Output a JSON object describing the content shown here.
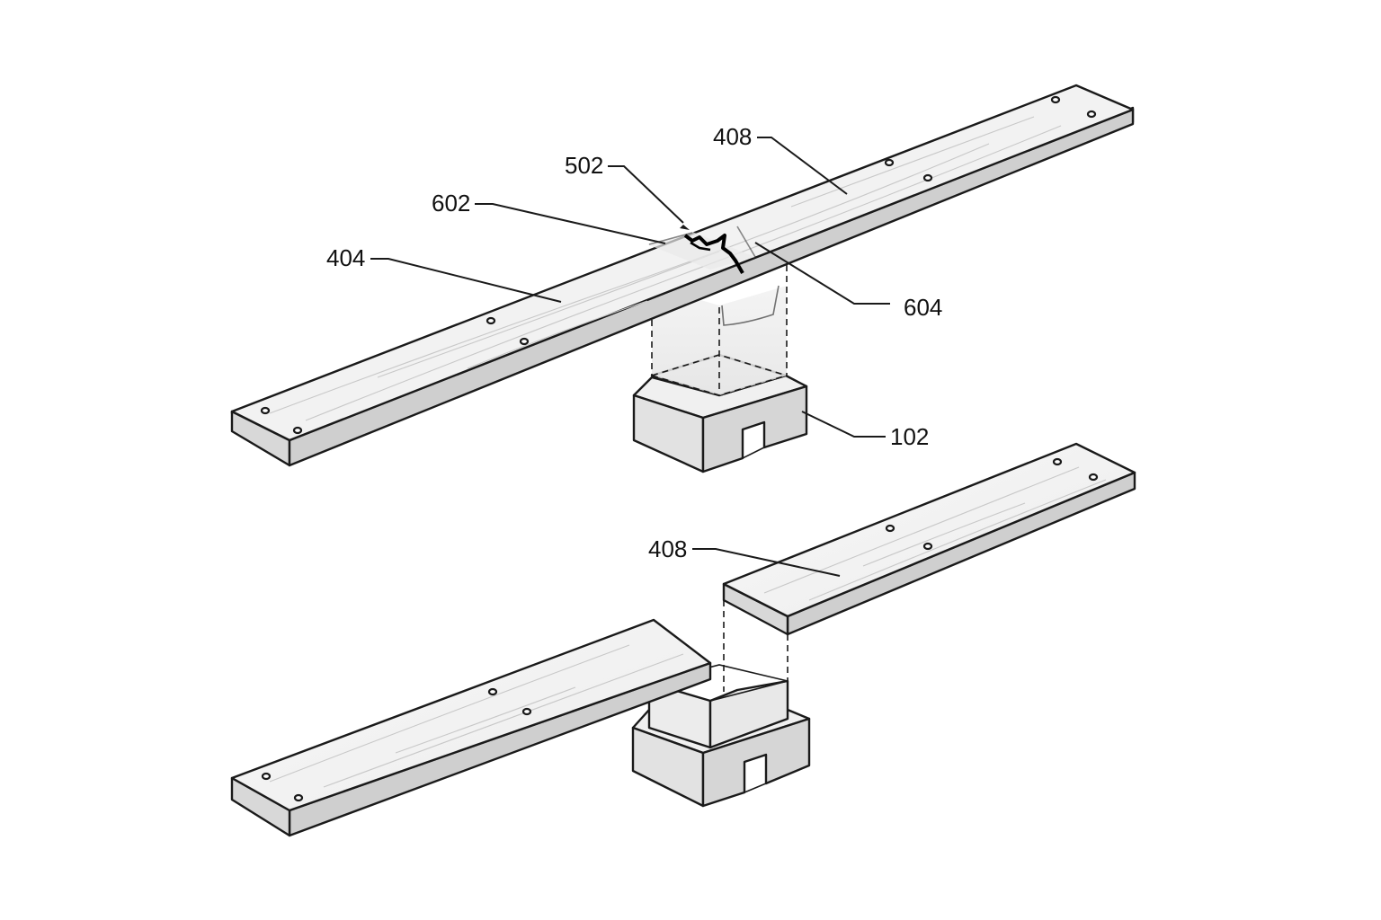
{
  "figure": {
    "labels": {
      "upper": {
        "board_right": "408",
        "crack": "502",
        "splice_left": "602",
        "board_left": "404",
        "splice_right": "604",
        "support": "102"
      },
      "lower": {
        "board_right": "408"
      }
    },
    "colors": {
      "line": "#1a1a1a",
      "board_top": "#f3f3f3",
      "board_edge": "#d4d4d4",
      "block_side": "#e6e6e6",
      "background": "#ffffff"
    }
  }
}
